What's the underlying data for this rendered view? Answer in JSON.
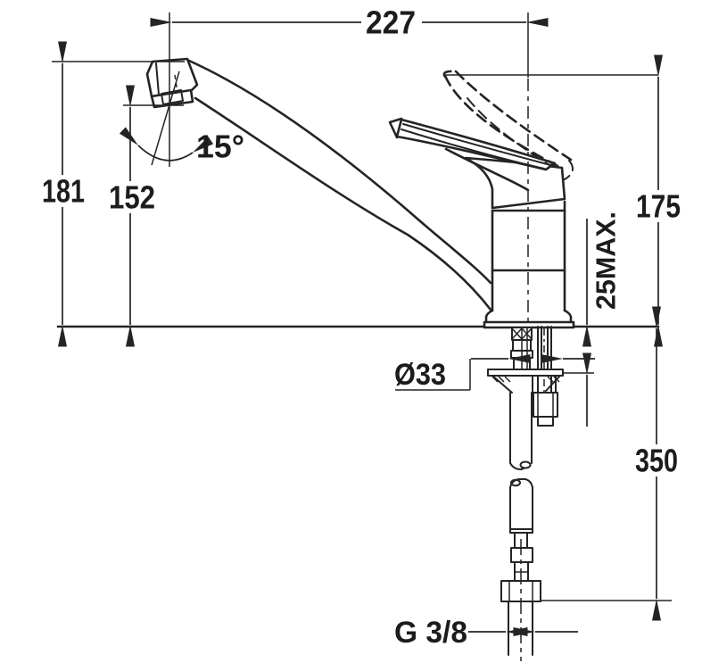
{
  "drawing": {
    "type": "technical-installation-drawing",
    "subject": "single-lever kitchen sink mixer tap, side elevation",
    "background_color": "#ffffff",
    "line_color": "#242424",
    "labels": {
      "spout_reach": "227",
      "spout_angle": "15°",
      "overall_height": "181",
      "outlet_height": "152",
      "lever_height": "175",
      "deck_thickness_max": "25MAX.",
      "hole_diameter": "Ø33",
      "hose_length": "350",
      "thread_size": "G 3/8"
    }
  }
}
